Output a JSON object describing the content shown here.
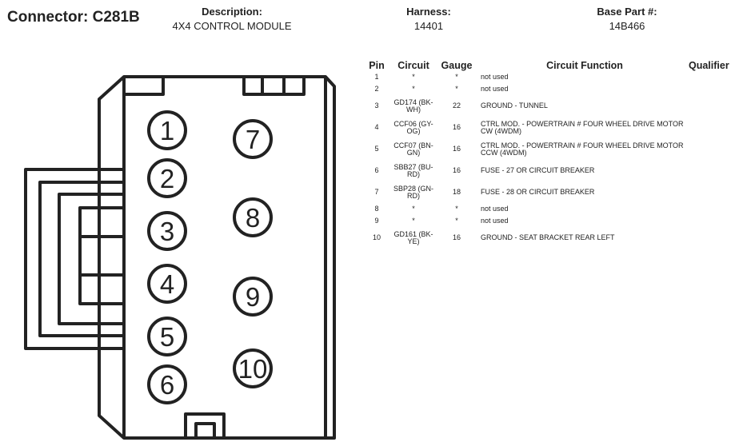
{
  "connector": {
    "title": "Connector: C281B"
  },
  "header": {
    "description_label": "Description:",
    "description_value": "4X4 CONTROL MODULE",
    "harness_label": "Harness:",
    "harness_value": "14401",
    "base_part_label": "Base Part #:",
    "base_part_value": "14B466"
  },
  "table": {
    "columns": {
      "pin": "Pin",
      "circuit": "Circuit",
      "gauge": "Gauge",
      "function": "Circuit Function",
      "qualifier": "Qualifier"
    },
    "rows": [
      {
        "pin": "1",
        "circuit": "*",
        "gauge": "*",
        "function": "not used"
      },
      {
        "pin": "2",
        "circuit": "*",
        "gauge": "*",
        "function": "not used"
      },
      {
        "pin": "3",
        "circuit": "GD174 (BK-WH)",
        "gauge": "22",
        "function": "GROUND - TUNNEL"
      },
      {
        "pin": "4",
        "circuit": "CCF06 (GY-OG)",
        "gauge": "16",
        "function": "CTRL MOD. - POWERTRAIN # FOUR WHEEL DRIVE MOTOR CW (4WDM)"
      },
      {
        "pin": "5",
        "circuit": "CCF07 (BN-GN)",
        "gauge": "16",
        "function": "CTRL MOD. - POWERTRAIN # FOUR WHEEL DRIVE MOTOR CCW (4WDM)"
      },
      {
        "pin": "6",
        "circuit": "SBB27 (BU-RD)",
        "gauge": "16",
        "function": "FUSE - 27 OR CIRCUIT BREAKER"
      },
      {
        "pin": "7",
        "circuit": "SBP28 (GN-RD)",
        "gauge": "18",
        "function": "FUSE - 28 OR CIRCUIT BREAKER"
      },
      {
        "pin": "8",
        "circuit": "*",
        "gauge": "*",
        "function": "not used"
      },
      {
        "pin": "9",
        "circuit": "*",
        "gauge": "*",
        "function": "not used"
      },
      {
        "pin": "10",
        "circuit": "GD161 (BK-YE)",
        "gauge": "16",
        "function": "GROUND - SEAT BRACKET REAR LEFT"
      }
    ]
  },
  "diagram": {
    "pins": [
      "1",
      "2",
      "3",
      "4",
      "5",
      "6",
      "7",
      "8",
      "9",
      "10"
    ]
  }
}
